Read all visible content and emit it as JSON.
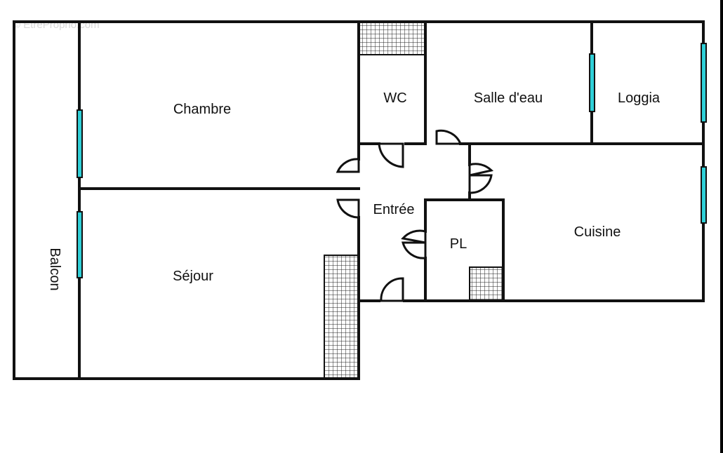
{
  "watermark": "© EtreProprio.com",
  "rooms": {
    "chambre": "Chambre",
    "wc": "WC",
    "salle_eau": "Salle d'eau",
    "loggia": "Loggia",
    "entree": "Entrée",
    "cuisine": "Cuisine",
    "pl": "PL",
    "sejour": "Séjour",
    "balcon": "Balcon"
  },
  "colors": {
    "wall": "#111111",
    "window": "#2fd0d8",
    "hatch": "#111111",
    "background": "#ffffff"
  }
}
